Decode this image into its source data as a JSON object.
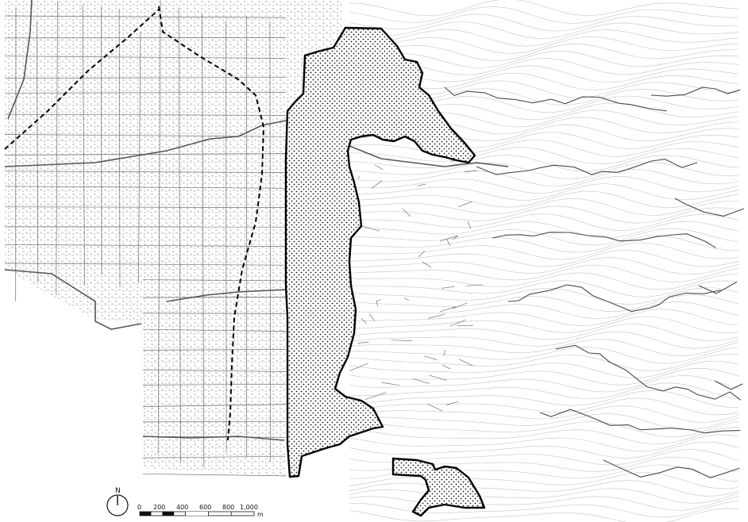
{
  "map": {
    "north_arrow": {
      "label": "N"
    },
    "scale_bar": {
      "ticks": [
        "0",
        "200",
        "400",
        "600",
        "800",
        "1,000"
      ],
      "unit": "m"
    },
    "colors": {
      "background": "#ffffff",
      "roads": "#6f6f6f",
      "contours": "#c4c4c4",
      "streams": "#444444",
      "boundary": "#000000",
      "railway": "#000000"
    },
    "icons": [
      "north-arrow-icon"
    ]
  }
}
